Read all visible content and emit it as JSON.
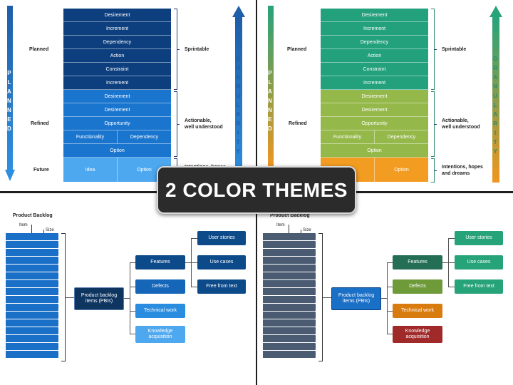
{
  "banner": {
    "text": "2 COLOR THEMES"
  },
  "left_label": {
    "letters": [
      "P",
      "L",
      "A",
      "N",
      "N",
      "E",
      "D"
    ]
  },
  "right_label": {
    "letters": [
      "G",
      "R",
      "A",
      "N",
      "U",
      "L",
      "A",
      "R",
      "I",
      "T",
      "Y"
    ]
  },
  "levels": {
    "planned": "Planned",
    "refined": "Refined",
    "future": "Future"
  },
  "stack_rows": [
    [
      "Desirement"
    ],
    [
      "Increment"
    ],
    [
      "Dependency"
    ],
    [
      "Action"
    ],
    [
      "Constraint"
    ],
    [
      "Increment"
    ],
    [
      "Desirement"
    ],
    [
      "Desirement"
    ],
    [
      "Opportunity"
    ],
    [
      "Functionality",
      "Dependency"
    ],
    [
      "Option"
    ]
  ],
  "future_row": [
    "Idea",
    "Option"
  ],
  "descriptors": {
    "sprintable": "Sprintable",
    "actionable": [
      "Actionable,",
      "well understood"
    ],
    "intentions": [
      "Intentions, hopes",
      "and dreams"
    ]
  },
  "backlog": {
    "title": "Product Backlog",
    "item_label": "Item",
    "size_label": "Size",
    "center": [
      "Product backlog",
      "items (PBIs)"
    ],
    "middle": [
      "Features",
      "Defects",
      "Technical work"
    ],
    "knowledge": [
      "Knowledge",
      "acquisition"
    ],
    "right": [
      "User stories",
      "Use cases",
      "Free from text"
    ]
  },
  "theme_blue": {
    "arrow_top": "#1f5ea8",
    "arrow_bottom": "#2d8fe0",
    "planned": "#0d3f7e",
    "refined": "#1a75cf",
    "future": "#4ea8f0",
    "text": "#1f5ea8"
  },
  "theme_color": {
    "arrow_top": "#27a37a",
    "arrow_bottom": "#f0961e",
    "planned": "#23a07c",
    "refined": "#95b84a",
    "future": "#f39c22",
    "text": "#2e8a6a"
  },
  "theme_blue_backlog": {
    "bars": "#1a6fc7",
    "center": "#0d3560",
    "features": "#0d4a8a",
    "defects": "#1565b8",
    "technical": "#2a8de0",
    "knowledge": "#4ea8f0",
    "right": "#0d4a8a"
  },
  "theme_color_backlog": {
    "bars": "#4a5b72",
    "center": "#1a6fc7",
    "features": "#236e55",
    "defects": "#6e9a3a",
    "technical": "#d97c10",
    "knowledge": "#a02a2a",
    "right": "#27a37a"
  }
}
